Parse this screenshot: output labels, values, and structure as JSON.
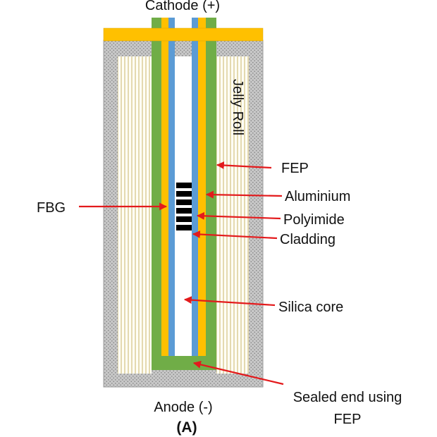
{
  "labels": {
    "cathode": "Cathode (+)",
    "jelly_roll": "Jelly Roll",
    "fep": "FEP",
    "aluminium": "Aluminium",
    "fbg": "FBG",
    "polyimide": "Polyimide",
    "cladding": "Cladding",
    "silica_core": "Silica core",
    "sealed_end_line1": "Sealed end using",
    "sealed_end_line2": "FEP",
    "anode": "Anode (-)",
    "panel": "(A)"
  },
  "colors": {
    "fep_green": "#70ad47",
    "aluminium_orange": "#ffc000",
    "polyimide_blue": "#5b9bd5",
    "casing_gray": "#bfbfbf",
    "arrow_red": "#e31a1c",
    "grating_black": "#000000",
    "jelly_roll_line": "#c9b46a"
  }
}
